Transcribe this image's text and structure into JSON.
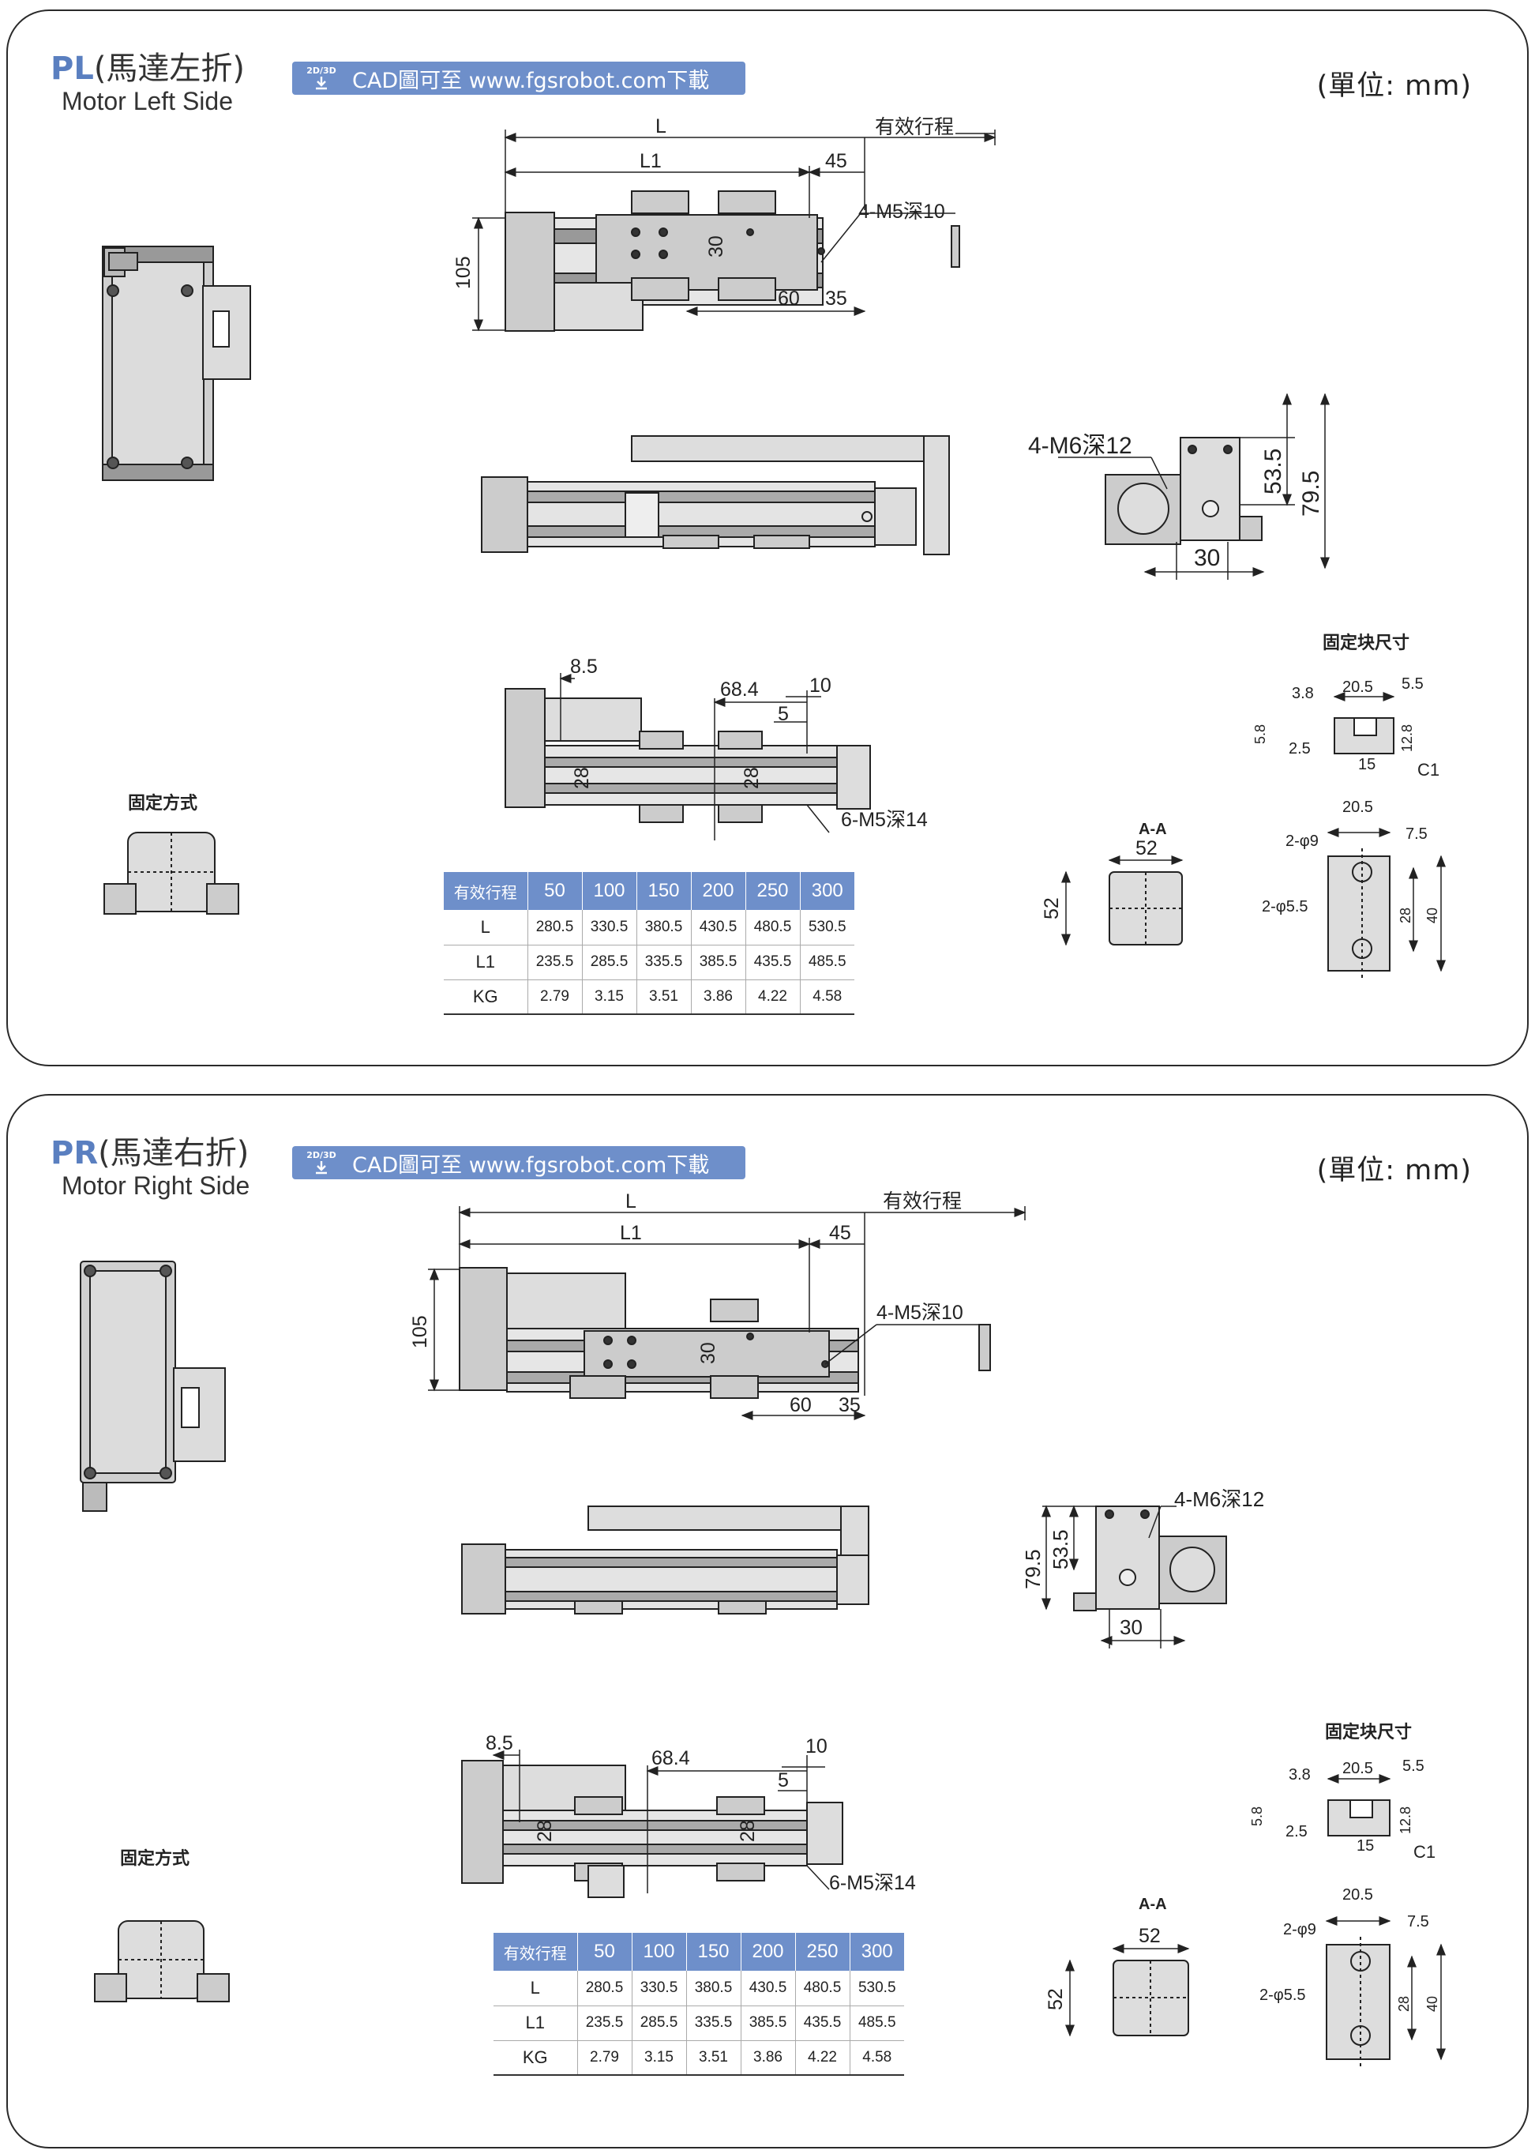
{
  "sections": [
    {
      "code": "PL",
      "title_zh": "(馬達左折)",
      "subtitle": "Motor Left Side",
      "cad_badge": "2D/3D",
      "cad_text": "CAD圖可至 www.fgsrobot.com下載",
      "unit": "(單位: mm)",
      "dims": {
        "L": "L",
        "L1": "L1",
        "stroke": "有效行程",
        "d45": "45",
        "d105": "105",
        "d30": "30",
        "d60": "60",
        "d35": "35",
        "m5": "4-M5深10",
        "m6": "4-M6深12",
        "d53": "53.5",
        "d79": "79.5",
        "d30b": "30",
        "d85": "8.5",
        "d684": "68.4",
        "d10": "10",
        "d5": "5",
        "d28a": "28",
        "d28b": "28",
        "m5b": "6-M5深14",
        "aa": "A-A",
        "aa52": "52",
        "aa52v": "52",
        "b205": "20.5",
        "b38": "3.8",
        "b55": "5.5",
        "b58": "5.8",
        "b25": "2.5",
        "b15": "15",
        "b128": "12.8",
        "bc1": "C1",
        "p205": "20.5",
        "p9": "2-φ9",
        "p75": "7.5",
        "p55": "2-φ5.5",
        "p28": "28",
        "p40": "40"
      },
      "fixing_label": "固定方式",
      "block_label": "固定块尺寸",
      "table": {
        "header": [
          "有效行程",
          "50",
          "100",
          "150",
          "200",
          "250",
          "300"
        ],
        "rows": [
          [
            "L",
            "280.5",
            "330.5",
            "380.5",
            "430.5",
            "480.5",
            "530.5"
          ],
          [
            "L1",
            "235.5",
            "285.5",
            "335.5",
            "385.5",
            "435.5",
            "485.5"
          ],
          [
            "KG",
            "2.79",
            "3.15",
            "3.51",
            "3.86",
            "4.22",
            "4.58"
          ]
        ]
      }
    },
    {
      "code": "PR",
      "title_zh": "(馬達右折)",
      "subtitle": "Motor Right Side",
      "cad_badge": "2D/3D",
      "cad_text": "CAD圖可至 www.fgsrobot.com下載",
      "unit": "(單位: mm)",
      "dims": {
        "L": "L",
        "L1": "L1",
        "stroke": "有效行程",
        "d45": "45",
        "d105": "105",
        "d30": "30",
        "d60": "60",
        "d35": "35",
        "m5": "4-M5深10",
        "m6": "4-M6深12",
        "d53": "53.5",
        "d79": "79.5",
        "d30b": "30",
        "d85": "8.5",
        "d684": "68.4",
        "d10": "10",
        "d5": "5",
        "d28a": "28",
        "d28b": "28",
        "m5b": "6-M5深14",
        "aa": "A-A",
        "aa52": "52",
        "aa52v": "52",
        "b205": "20.5",
        "b38": "3.8",
        "b55": "5.5",
        "b58": "5.8",
        "b25": "2.5",
        "b15": "15",
        "b128": "12.8",
        "bc1": "C1",
        "p205": "20.5",
        "p9": "2-φ9",
        "p75": "7.5",
        "p55": "2-φ5.5",
        "p28": "28",
        "p40": "40"
      },
      "fixing_label": "固定方式",
      "block_label": "固定块尺寸",
      "table": {
        "header": [
          "有效行程",
          "50",
          "100",
          "150",
          "200",
          "250",
          "300"
        ],
        "rows": [
          [
            "L",
            "280.5",
            "330.5",
            "380.5",
            "430.5",
            "480.5",
            "530.5"
          ],
          [
            "L1",
            "235.5",
            "285.5",
            "335.5",
            "385.5",
            "435.5",
            "485.5"
          ],
          [
            "KG",
            "2.79",
            "3.15",
            "3.51",
            "3.86",
            "4.22",
            "4.58"
          ]
        ]
      }
    }
  ]
}
